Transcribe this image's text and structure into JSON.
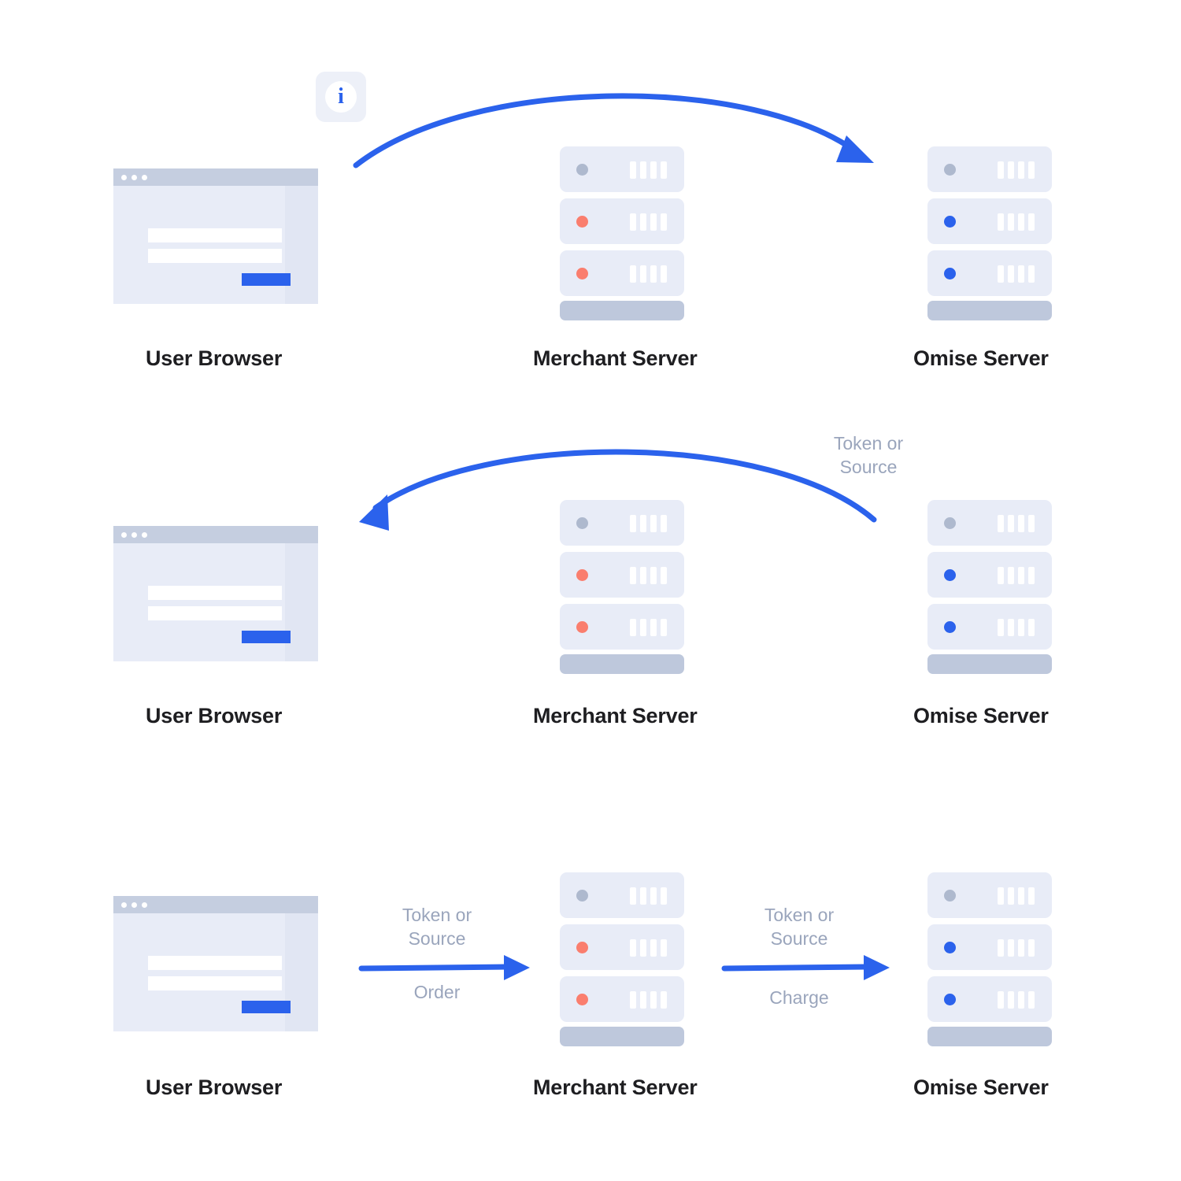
{
  "diagram": {
    "title": "Omise payment flow diagram",
    "colors": {
      "accent_blue": "#2B62EC",
      "panel": "#E8ECF7",
      "titlebar": "#C5CEE0",
      "base_bar": "#BEC8DC",
      "led_red": "#FA7E6E",
      "led_gray": "#AEB9CE",
      "label_gray": "#9AA5BC",
      "caption_dark": "#1E1E21",
      "background": "#FFFFFF"
    }
  },
  "info_badge": {
    "glyph": "i",
    "name": "information"
  },
  "rows": [
    {
      "id": "row-1",
      "nodes": [
        {
          "id": "user-browser-1",
          "caption": "User Browser",
          "type": "browser"
        },
        {
          "id": "merchant-server-1",
          "caption": "Merchant Server",
          "type": "server",
          "leds": [
            "gray",
            "red",
            "red"
          ]
        },
        {
          "id": "omise-server-1",
          "caption": "Omise Server",
          "type": "server",
          "leds": [
            "gray",
            "blue",
            "blue"
          ]
        }
      ],
      "flows": []
    },
    {
      "id": "row-2",
      "nodes": [
        {
          "id": "user-browser-2",
          "caption": "User Browser",
          "type": "browser"
        },
        {
          "id": "merchant-server-2",
          "caption": "Merchant Server",
          "type": "server",
          "leds": [
            "gray",
            "red",
            "red"
          ]
        },
        {
          "id": "omise-server-2",
          "caption": "Omise Server",
          "type": "server",
          "leds": [
            "gray",
            "blue",
            "blue"
          ]
        }
      ],
      "flows": [
        {
          "id": "flow-token-or-source-return",
          "label": "Token or\nSource",
          "direction": "right-to-left"
        }
      ]
    },
    {
      "id": "row-3",
      "nodes": [
        {
          "id": "user-browser-3",
          "caption": "User Browser",
          "type": "browser"
        },
        {
          "id": "merchant-server-3",
          "caption": "Merchant Server",
          "type": "server",
          "leds": [
            "gray",
            "red",
            "red"
          ]
        },
        {
          "id": "omise-server-3",
          "caption": "Omise Server",
          "type": "server",
          "leds": [
            "gray",
            "blue",
            "blue"
          ]
        }
      ],
      "flows": [
        {
          "id": "flow-browser-to-merchant",
          "label_above": "Token or\nSource",
          "label_below": "Order",
          "direction": "left-to-right"
        },
        {
          "id": "flow-merchant-to-omise",
          "label_above": "Token or\nSource",
          "label_below": "Charge",
          "direction": "left-to-right"
        }
      ]
    }
  ],
  "labels": {
    "user_browser": "User Browser",
    "merchant_server": "Merchant Server",
    "omise_server": "Omise Server",
    "token_or_source": "Token or\nSource",
    "order": "Order",
    "charge": "Charge"
  }
}
